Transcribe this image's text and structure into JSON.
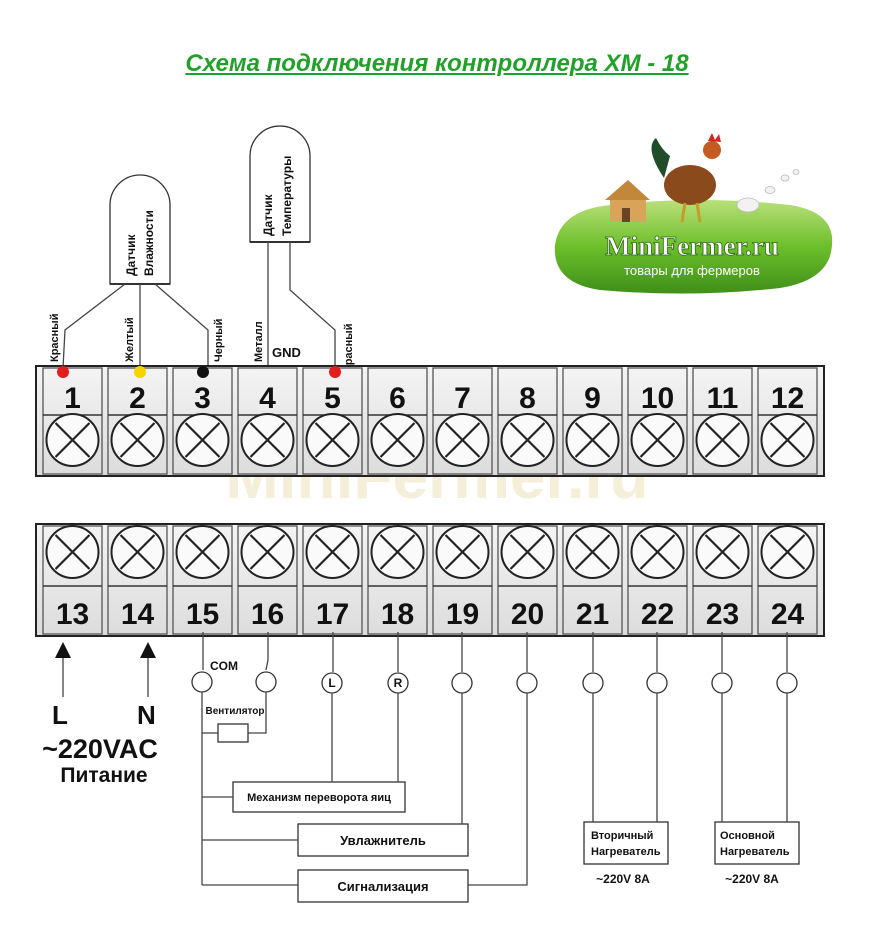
{
  "title": "Схема подключения контроллера XM - 18",
  "logo": {
    "brand": "MiniFermer.ru",
    "tagline": "товары для фермеров"
  },
  "watermark": "MiniFermer.ru",
  "sensors": {
    "humidity": {
      "line1": "Датчик",
      "line2": "Влажности"
    },
    "temperature": {
      "line1": "Датчик",
      "line2": "Температуры"
    }
  },
  "wire_labels": {
    "red1": "Красный",
    "yellow": "Желтый",
    "black": "Черный",
    "metal": "Металл",
    "gnd": "GND",
    "red2": "Красный"
  },
  "dot_colors": {
    "red": "#e21d1d",
    "yellow": "#f5d400",
    "black": "#111111"
  },
  "top_terminals": [
    "1",
    "2",
    "3",
    "4",
    "5",
    "6",
    "7",
    "8",
    "9",
    "10",
    "11",
    "12"
  ],
  "bottom_terminals": [
    "13",
    "14",
    "15",
    "16",
    "17",
    "18",
    "19",
    "20",
    "21",
    "22",
    "23",
    "24"
  ],
  "power": {
    "l": "L",
    "n": "N",
    "voltage": "~220VAC",
    "label": "Питание"
  },
  "connectors": {
    "com": "COM",
    "l": "L",
    "r": "R"
  },
  "devices": {
    "fan": "Вентилятор",
    "turner": "Механизм переворота яиц",
    "humidifier": "Увлажнитель",
    "alarm": "Сигнализация",
    "secondary_heater": {
      "line1": "Вторичный",
      "line2": "Нагреватель",
      "rating": "~220V 8A"
    },
    "main_heater": {
      "line1": "Основной",
      "line2": "Нагреватель",
      "rating": "~220V 8A"
    }
  }
}
